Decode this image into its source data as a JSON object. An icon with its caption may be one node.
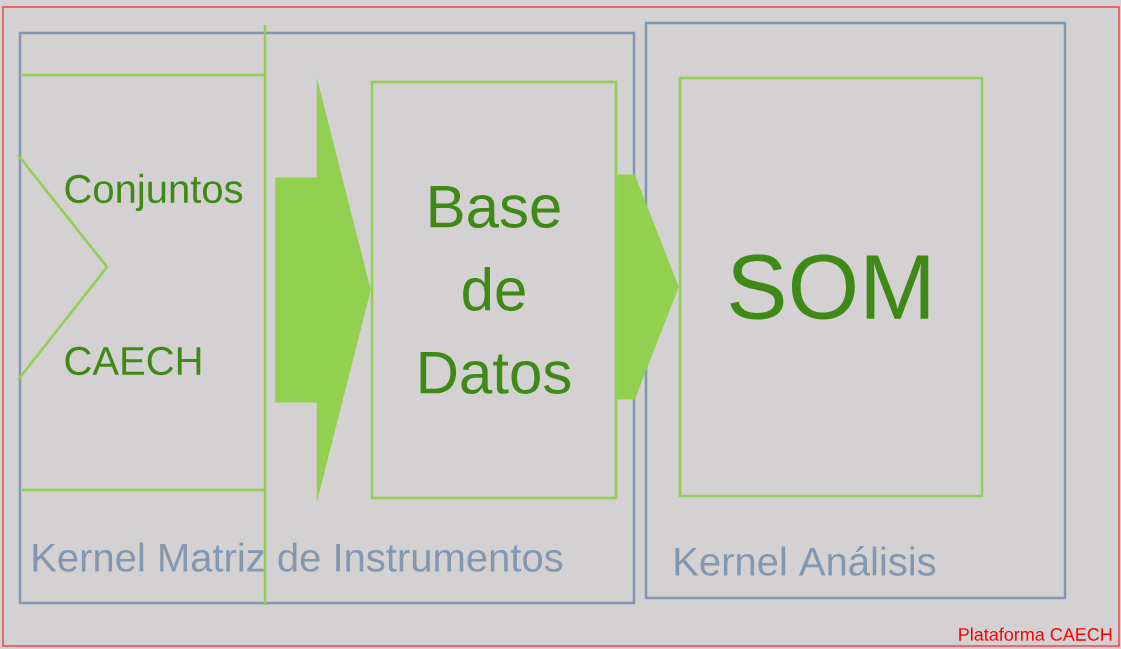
{
  "diagram": {
    "nodes": [
      {
        "text": [
          "Plataforma CAECH"
        ]
      },
      {
        "text": [
          "Kernel Matriz de Instrumentos"
        ],
        "in": 0
      },
      {
        "text": [
          "Conjuntos CAECH"
        ],
        "in": 1
      },
      {
        "text": [
          "Base de Datos"
        ],
        "in": 1
      },
      {
        "text": [
          "Kernel Análisis"
        ],
        "in": 0
      },
      {
        "text": [
          "SOM"
        ],
        "in": 4
      }
    ],
    "edges": [
      {
        "from": 2,
        "to": 3,
        "arrow": "to"
      },
      {
        "from": 3,
        "to": 5,
        "arrow": "to"
      }
    ]
  }
}
